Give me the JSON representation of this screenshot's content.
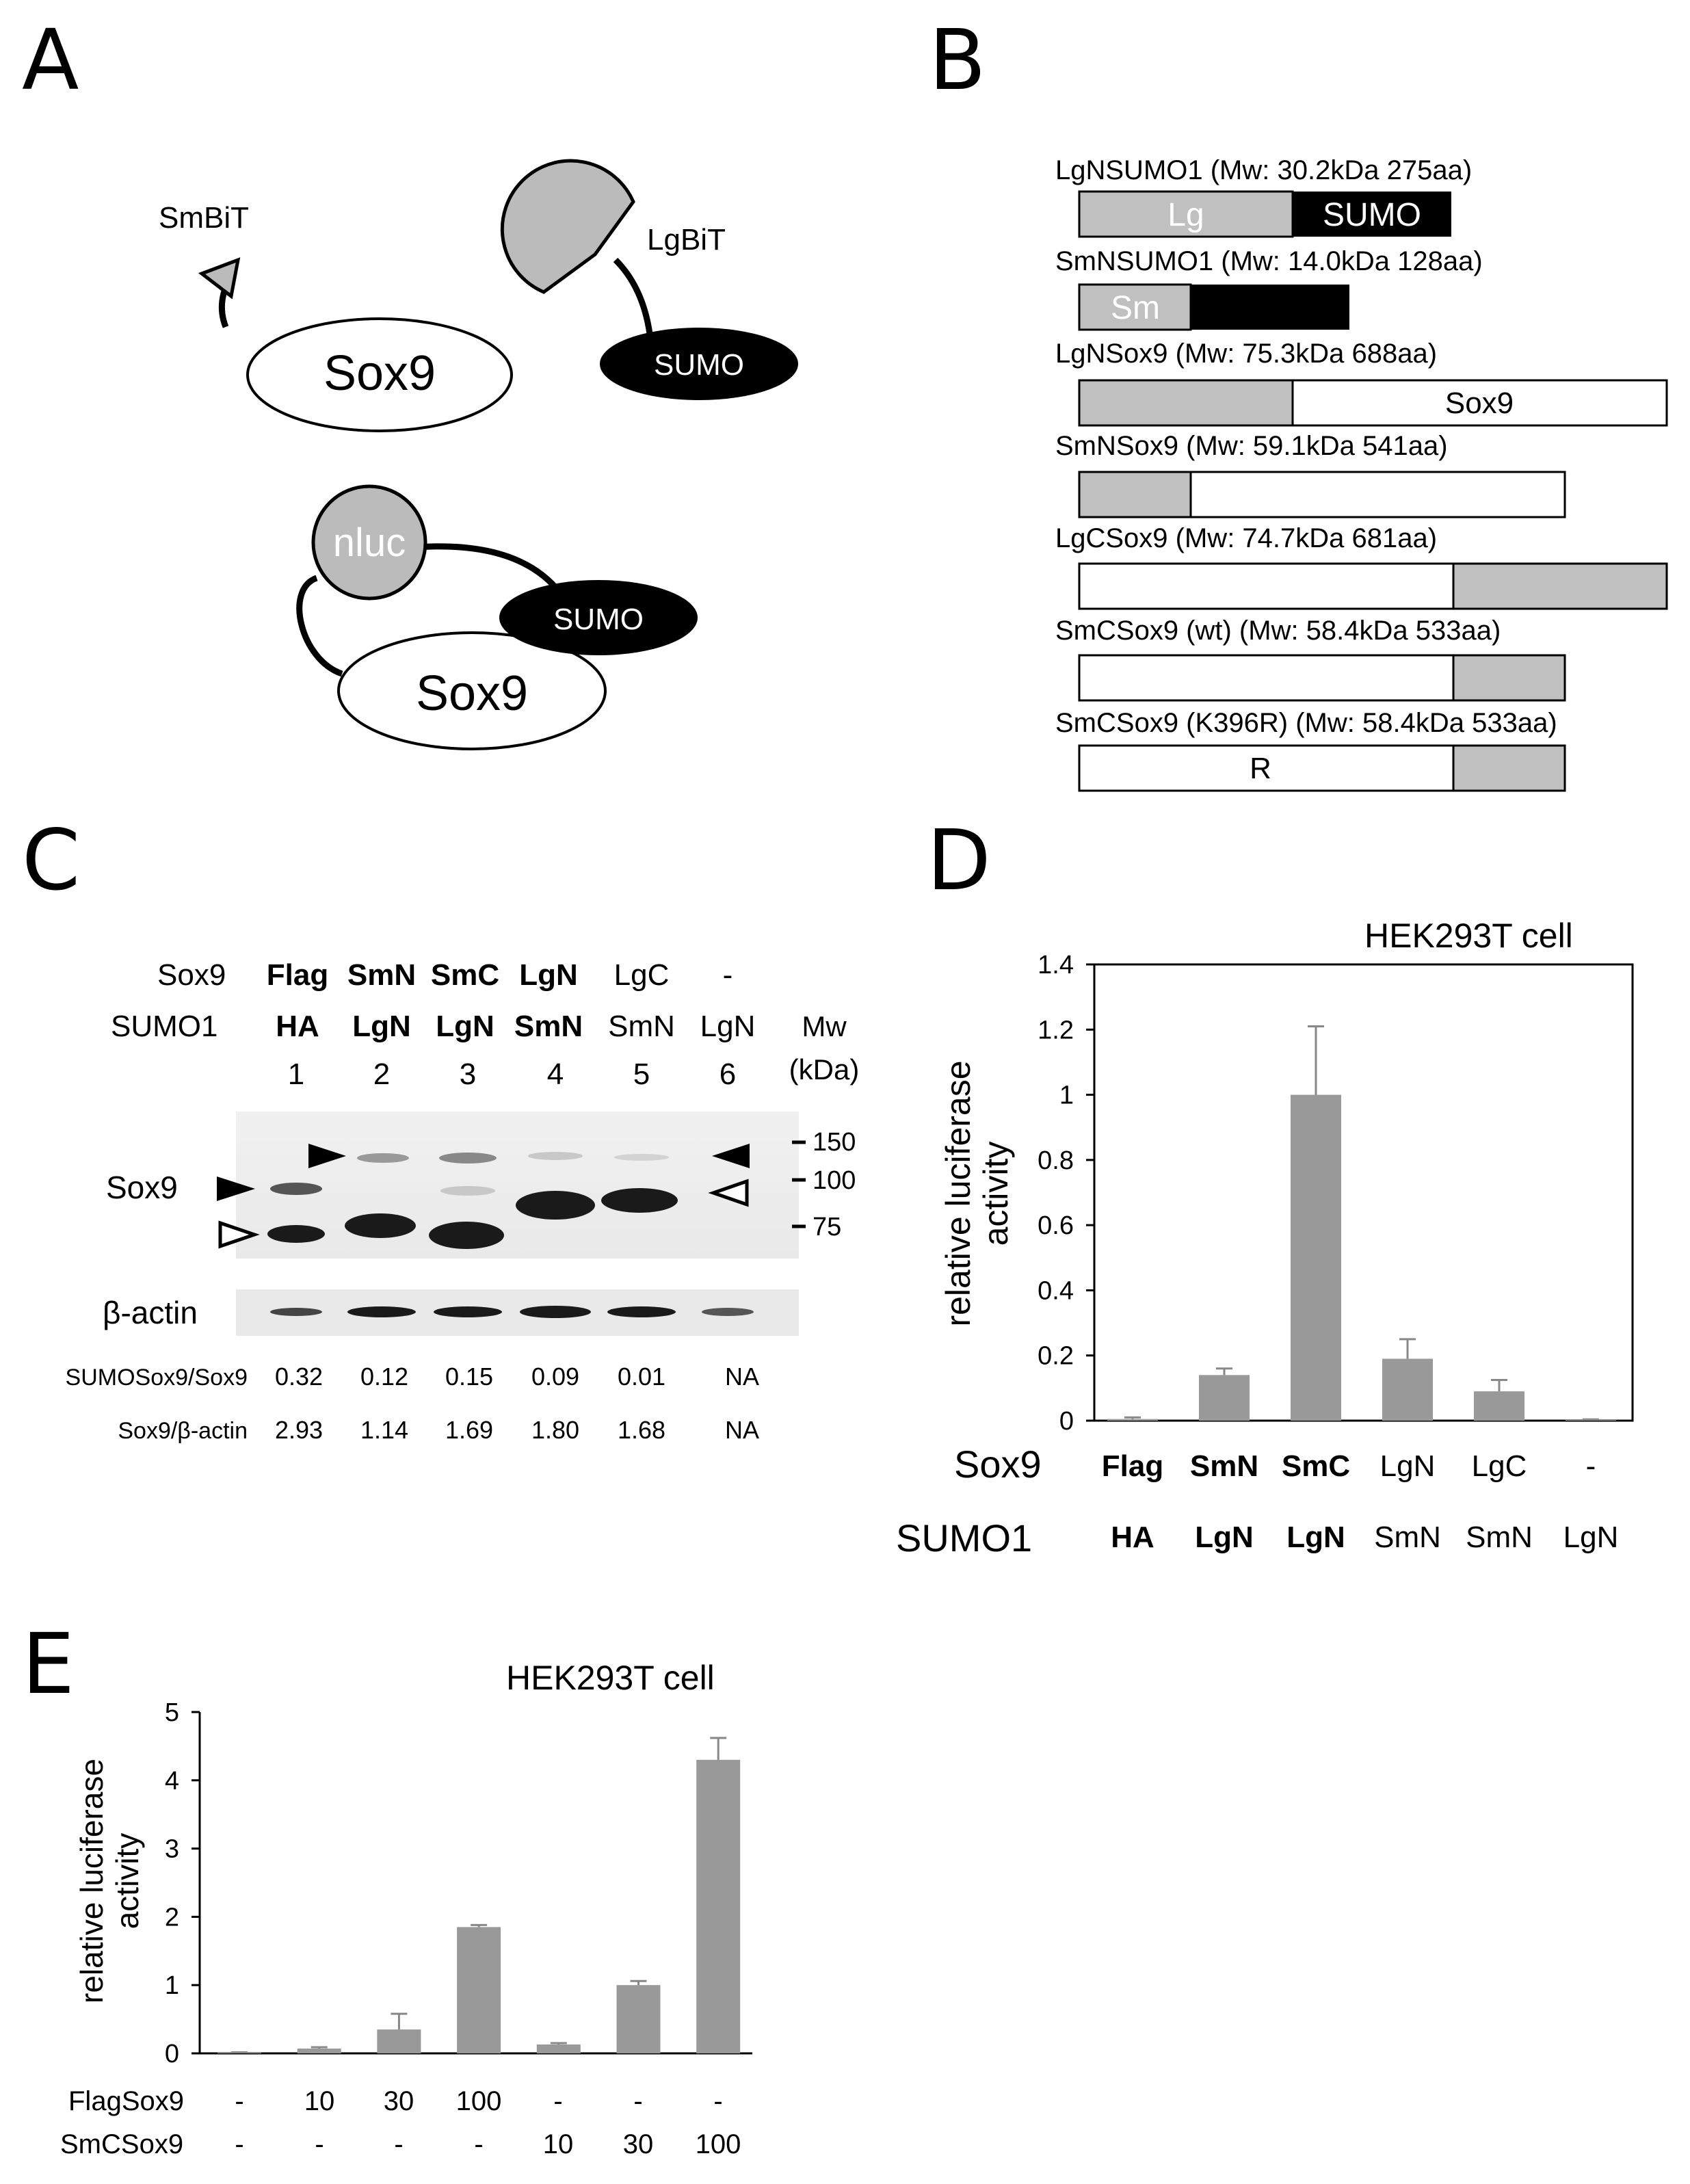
{
  "panels": {
    "A": {
      "label": "A",
      "smbit": "SmBiT",
      "lgbit": "LgBiT",
      "sox9_top": "Sox9",
      "sumo_top": "SUMO",
      "nluc": "nluc",
      "sumo_bottom": "SUMO",
      "sox9_bottom": "Sox9"
    },
    "B": {
      "label": "B",
      "constructs": [
        {
          "title": "LgNSUMO1 (Mw: 30.2kDa     275aa)",
          "seg1": "Lg",
          "seg2": "SUMO",
          "seg3": ""
        },
        {
          "title": "SmNSUMO1 (Mw: 14.0kDa     128aa)",
          "seg1": "Sm",
          "seg2": "",
          "seg3": ""
        },
        {
          "title": "LgNSox9 (Mw: 75.3kDa     688aa)",
          "seg1": "",
          "seg2": "Sox9",
          "seg3": ""
        },
        {
          "title": "SmNSox9 (Mw: 59.1kDa     541aa)",
          "seg1": "",
          "seg2": "",
          "seg3": ""
        },
        {
          "title": "LgCSox9 (Mw: 74.7kDa     681aa)",
          "seg1": "",
          "seg2": "",
          "seg3": ""
        },
        {
          "title": "SmCSox9 (wt)  (Mw: 58.4kDa     533aa)",
          "seg1": "",
          "seg2": "",
          "seg3": ""
        },
        {
          "title": "SmCSox9 (K396R)   (Mw: 58.4kDa     533aa)",
          "seg1": "R",
          "seg2": "",
          "seg3": ""
        }
      ]
    },
    "C": {
      "label": "C",
      "row1_label": "Sox9",
      "row2_label": "SUMO1",
      "row1": [
        "Flag",
        "SmN",
        "SmC",
        "LgN",
        "LgC",
        "-"
      ],
      "row2": [
        "HA",
        "LgN",
        "LgN",
        "SmN",
        "SmN",
        "LgN"
      ],
      "lanes": [
        "1",
        "2",
        "3",
        "4",
        "5",
        "6"
      ],
      "mw_title": "Mw",
      "mw_unit": "(kDa)",
      "markers": [
        "150",
        "100",
        "75"
      ],
      "blot_label": "Sox9",
      "actin_label": "β-actin",
      "ratio1_label": "SUMOSox9/Sox9",
      "ratio1": [
        "0.32",
        "0.12",
        "0.15",
        "0.09",
        "0.01",
        "NA"
      ],
      "ratio2_label": "Sox9/β-actin",
      "ratio2": [
        "2.93",
        "1.14",
        "1.69",
        "1.80",
        "1.68",
        "NA"
      ]
    },
    "D": {
      "label": "D",
      "header": "HEK293T cell",
      "row1_label": "Sox9",
      "row2_label": "SUMO1",
      "row1": [
        "Flag",
        "SmN",
        "SmC",
        "LgN",
        "LgC",
        "-"
      ],
      "row2": [
        "HA",
        "LgN",
        "LgN",
        "SmN",
        "SmN",
        "LgN"
      ]
    },
    "E": {
      "label": "E",
      "header": "HEK293T cell",
      "row1_label": "FlagSox9",
      "row2_label": "SmCSox9",
      "row1": [
        "-",
        "10",
        "30",
        "100",
        "-",
        "-",
        "-"
      ],
      "row2": [
        "-",
        "-",
        "-",
        "-",
        "10",
        "30",
        "100"
      ]
    }
  },
  "chart_data": [
    {
      "type": "bar",
      "panel": "D",
      "ylabel": "relative luciferase activity",
      "ylim": [
        0,
        1.4
      ],
      "yticks": [
        "0",
        "0.2",
        "0.4",
        "0.6",
        "0.8",
        "1",
        "1.2",
        "1.4"
      ],
      "categories": [
        "Flag / HA",
        "SmN / LgN",
        "SmC / LgN",
        "LgN / SmN",
        "LgC / SmN",
        "- / LgN"
      ],
      "values": [
        0.005,
        0.14,
        1.0,
        0.19,
        0.09,
        0.002
      ],
      "errors": [
        0.005,
        0.02,
        0.21,
        0.06,
        0.035,
        0.002
      ],
      "bar_color": "#999999",
      "grid": false
    },
    {
      "type": "bar",
      "panel": "E",
      "ylabel": "relative luciferase activity",
      "ylim": [
        0,
        5
      ],
      "yticks": [
        "0",
        "1",
        "2",
        "3",
        "4",
        "5"
      ],
      "categories": [
        "-/-",
        "10/-",
        "30/-",
        "100/-",
        "-/10",
        "-/30",
        "-/100"
      ],
      "values": [
        0.01,
        0.07,
        0.35,
        1.85,
        0.13,
        1.0,
        4.3
      ],
      "errors": [
        0.005,
        0.02,
        0.23,
        0.03,
        0.02,
        0.06,
        0.32
      ],
      "bar_color": "#999999",
      "grid": false
    }
  ]
}
